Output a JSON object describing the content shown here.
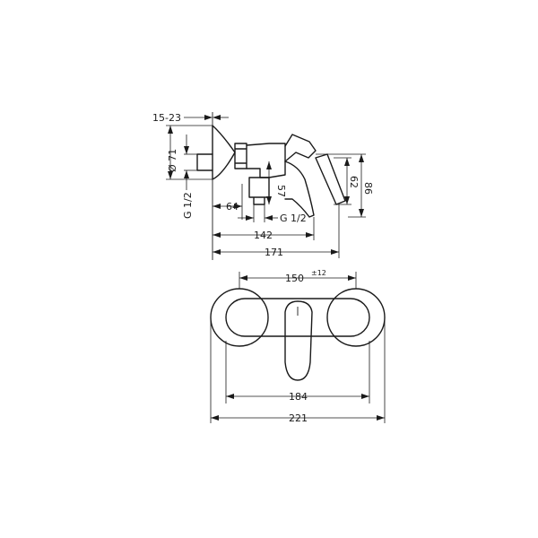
{
  "side_view": {
    "dim_connection_depth": "15-23",
    "dim_rosette_diameter": "Ø 71",
    "dim_thread_inlet": "G 1/2",
    "dim_offset_64": "64",
    "dim_outlet_thread": "G 1/2",
    "dim_height_57": "57",
    "dim_height_62": "62",
    "dim_height_86": "86",
    "dim_depth_142": "142",
    "dim_depth_171": "171"
  },
  "front_view": {
    "dim_center_distance": "150",
    "dim_tolerance": "±12",
    "dim_body_width": "184",
    "dim_total_width": "221"
  }
}
